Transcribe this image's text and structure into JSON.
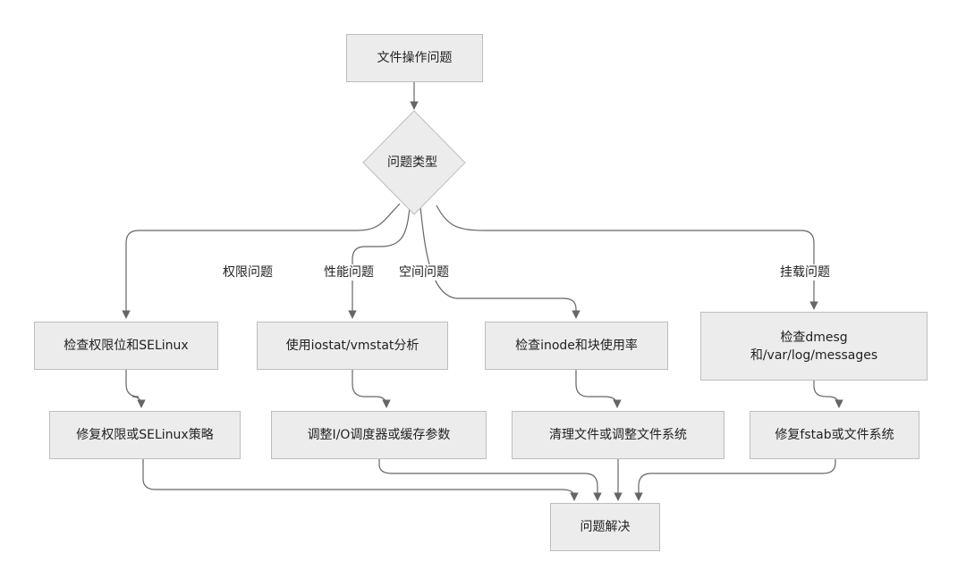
{
  "nodes": {
    "start": "文件操作问题",
    "decision": "问题类型",
    "perm_check": "检查权限位和SELinux",
    "perm_fix": "修复权限或SELinux策略",
    "perf_check": "使用iostat/vmstat分析",
    "perf_fix": "调整I/O调度器或缓存参数",
    "space_check": "检查inode和块使用率",
    "space_fix": "清理文件或调整文件系统",
    "mount_check_line1": "检查dmesg",
    "mount_check_line2": "和/var/log/messages",
    "mount_fix": "修复fstab或文件系统",
    "end": "问题解决"
  },
  "edge_labels": {
    "permission": "权限问题",
    "performance": "性能问题",
    "space": "空间问题",
    "mount": "挂载问题"
  }
}
